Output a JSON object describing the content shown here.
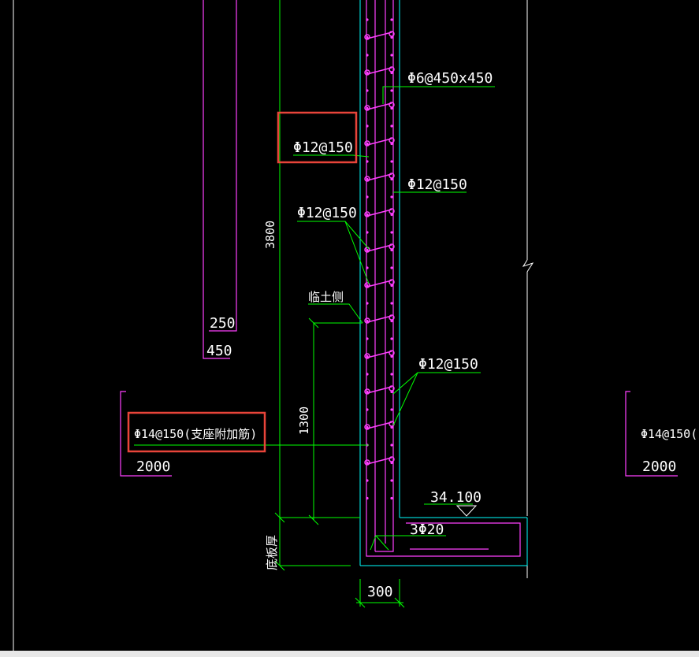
{
  "labels": {
    "stirrup": "Φ6@450x450",
    "boxed_rebar": "Φ12@150",
    "right_rebar": "Φ12@150",
    "left_rebar": "Φ12@150",
    "soil_side": "临土侧",
    "lower_right_rebar": "Φ12@150",
    "support_rebar": "Φ14@150(支座附加筋)",
    "support_rebar_cut": "Φ14@150(",
    "dim_3800": "3800",
    "dim_1300": "1300",
    "dim_250": "250",
    "dim_450": "450",
    "dim_2000_left": "2000",
    "dim_2000_right": "2000",
    "elevation": "34.100",
    "bottom_bars": "3Φ20",
    "slab_thickness": "底板厚",
    "dim_300": "300"
  },
  "colors": {
    "background": "#000000",
    "wall_outline": "#00ffff",
    "rebar": "#ff40ff",
    "leader": "#00ff00",
    "text": "#ffffff",
    "highlight_box": "#e8443a"
  }
}
